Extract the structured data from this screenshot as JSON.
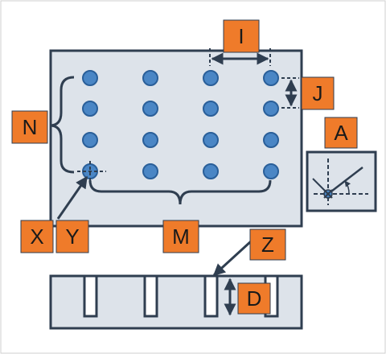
{
  "labels": {
    "I": "I",
    "J": "J",
    "A": "A",
    "N": "N",
    "X": "X",
    "Y": "Y",
    "M": "M",
    "Z": "Z",
    "D": "D"
  },
  "grid": {
    "rows": 4,
    "cols": 4
  },
  "slots": {
    "count": 4
  },
  "colors": {
    "plate_fill": "#dde3ea",
    "plate_stroke": "#2f3e50",
    "hole_fill": "#4a86c5",
    "hole_stroke": "#2a5f99",
    "label_fill": "#ef7b2a",
    "line": "#2f3e50",
    "slot_fill": "#ffffff"
  }
}
